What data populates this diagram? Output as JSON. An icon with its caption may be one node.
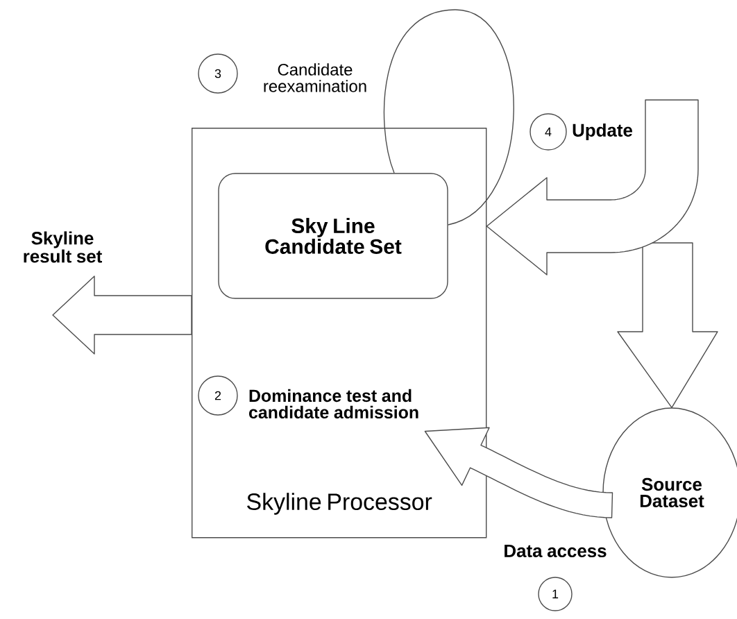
{
  "diagram": {
    "nodes": [
      {
        "text": [
          "3"
        ]
      },
      {
        "text": [
          "4"
        ]
      },
      {
        "text": [
          "Skyline Processor"
        ]
      },
      {
        "text": [
          "Sky Line Candidate Set"
        ],
        "in": 2
      },
      {
        "text": [
          "2"
        ],
        "in": 2
      },
      {
        "text": [
          "Dominance test and candidate admission"
        ],
        "in": 2
      },
      {
        "text": [
          "Source Dataset"
        ]
      },
      {
        "text": [
          "1"
        ]
      }
    ],
    "edges": [
      {
        "from": 3,
        "to": 3,
        "arrow": "none",
        "label": "Candidate reexamination"
      },
      {
        "from": 2,
        "to": null,
        "arrow": "to",
        "label": "Skyline result set"
      },
      {
        "from": null,
        "to": 6,
        "arrow": "to"
      },
      {
        "from": null,
        "to": 2,
        "arrow": "to",
        "label": "Update"
      },
      {
        "from": 6,
        "to": 5,
        "arrow": "to",
        "label": "Data access"
      }
    ]
  }
}
